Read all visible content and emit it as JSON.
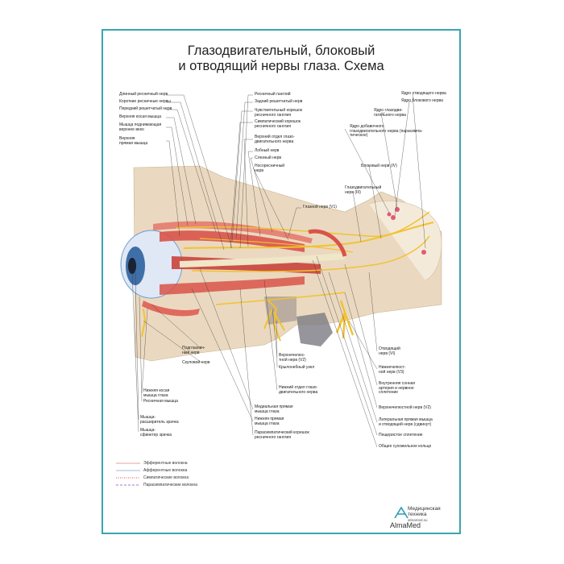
{
  "title": {
    "line1": "Глазодвигательный, блоковый",
    "line2": "и отводящий нервы глаза. Схема"
  },
  "labels": {
    "left_top": [
      "Длинный ресничный нерв",
      "Короткие ресничные нервы",
      "Передний решетчатый нерв",
      "Верхняя косая мышца",
      "Мышца поднимающая\nверхнее веко",
      "Верхняя\nпрямая мышца"
    ],
    "middle_top": [
      "Ресничный ганглий",
      "Задний решетчатый нерв",
      "Чувствительный корешок\nресничного ганглия",
      "Симпатический корешок\nресничного ганглия",
      "Верхний отдел глазо-\nдвигательного нерва",
      "Лобный нерв",
      "Слезный нерв",
      "Носоресничный\nнерв",
      "Глазной нерв (V1)"
    ],
    "right_top": [
      "Ядро отводящего нерва",
      "Ядро блокового нерва",
      "Ядро глазодви-\nгательного нерва",
      "Ядро добавочного\nглазодвигательного нерва (парасимпа-\nтическое)",
      "Блоковый нерв (IV)",
      "Глазодвигательный\nнерв (III)"
    ],
    "bottom_left": [
      "Подглазнич-\nный нерв",
      "Скуловой нерв",
      "Нижняя косая\nмышца глаза",
      "Ресничная мышца",
      "Мышца-\nрасширитель зрачка",
      "Мышца-\nсфинктер зрачка"
    ],
    "bottom_middle": [
      "Верхнечелюс-\nтной нерв (V2)",
      "Крылонебный узел",
      "Нижний отдел глазо-\nдвигательного нерва",
      "Медиальная прямая\nмышца глаза",
      "Нижняя прямая\nмышца глаза",
      "Парасимпатический корешок\nресничного ганглия"
    ],
    "bottom_right": [
      "Отводящий\nнерв (VI)",
      "Нижнечелюст-\nной нерв (V3)",
      "Внутренняя сонная\nартерия и нервное\nсплетение",
      "Верхнечелюстной нерв (V2)",
      "Латеральная прямая мышца\nи отводящий нерв (сдвинут)",
      "Пещеристое сплетение",
      "Общее сухожильное кольцо"
    ]
  },
  "legend": [
    {
      "label": "Эфферентные волокна",
      "color": "#e8a0a0",
      "style": "solid"
    },
    {
      "label": "Афферентные волокна",
      "color": "#a0b8e0",
      "style": "solid"
    },
    {
      "label": "Симпатические волокна",
      "color": "#d05050",
      "style": "dotted"
    },
    {
      "label": "Парасимпатические волокна",
      "color": "#b070c0",
      "style": "dashed"
    }
  ],
  "logo": {
    "brand": "AlmaMed",
    "line1": "Медицинская",
    "line2": "техника",
    "url": "almamed.su"
  },
  "colors": {
    "border": "#3aa5b0",
    "nerve": "#f2c230",
    "muscle": "#d9534a",
    "bone": "#ead9c0"
  }
}
